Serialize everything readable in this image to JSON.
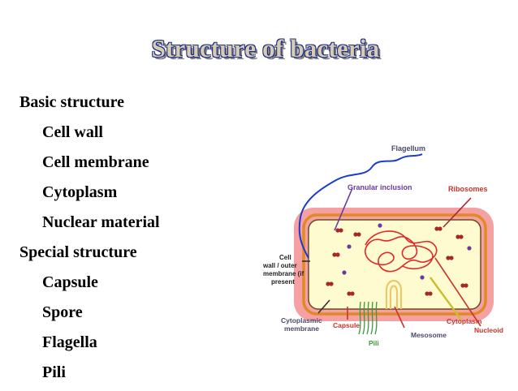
{
  "title": "Structure of bacteria",
  "outline": {
    "basic_heading": "Basic structure",
    "basic_items": [
      "Cell wall",
      "Cell membrane",
      "Cytoplasm",
      "Nuclear material"
    ],
    "special_heading": "Special structure",
    "special_items": [
      "Capsule",
      "Spore",
      "Flagella",
      "Pili"
    ]
  },
  "diagram": {
    "labels": {
      "flagellum": "Flagellum",
      "granular_inclusion": "Granular inclusion",
      "ribosomes": "Ribosomes",
      "cell_wall_1": "Cell",
      "cell_wall_2": "wall / outer",
      "cell_wall_3": "membrane (if",
      "cell_wall_4": "present",
      "cytoplasmic_membrane_1": "Cytoplasmic",
      "cytoplasmic_membrane_2": "membrane",
      "capsule": "Capsule",
      "pili": "Pili",
      "mesosome": "Mesosome",
      "cytoplasm": "Cytoplasm",
      "nucleoid": "Nucleoid"
    },
    "colors": {
      "capsule_fill": "#f5a0a2",
      "wall_stroke": "#e08a26",
      "cytoplasm_fill": "#fffbd0",
      "label_dark": "#4a4a6a",
      "label_red": "#c8342a",
      "flagellum": "#1c3ccc",
      "nucleoid": "#e0272b",
      "ribosome": "#a32a2a",
      "granule": "#6a3aa0",
      "pili": "#3a9a3a",
      "mesosome": "#e8c86a",
      "cytoplasm_arrow": "#c8c02a"
    }
  }
}
